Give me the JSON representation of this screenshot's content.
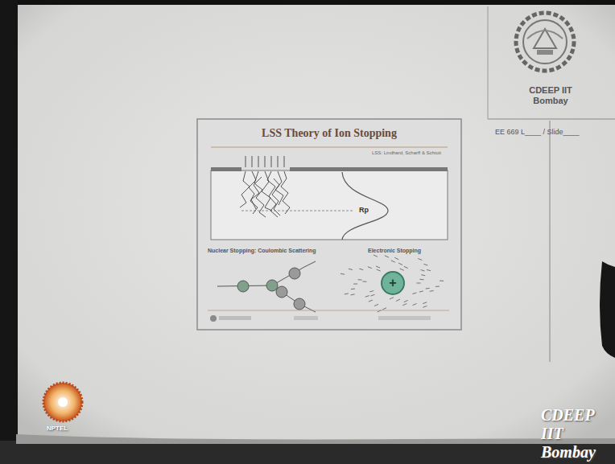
{
  "diagram": {
    "nodes": [
      {
        "text": [
          "LSS Theory of Ion Stopping"
        ]
      },
      {
        "text": [
          "CDEEP IIT Bombay"
        ]
      }
    ],
    "labels": [
      "LSS: Lindhard, Scharff & Schiott",
      "Rp",
      "Nuclear Stopping: Coulombic Scattering",
      "Electronic Stopping",
      "+",
      "EE 669 L____ / Slide____",
      "CDEEP IIT Bombay",
      "NPTEL"
    ]
  }
}
